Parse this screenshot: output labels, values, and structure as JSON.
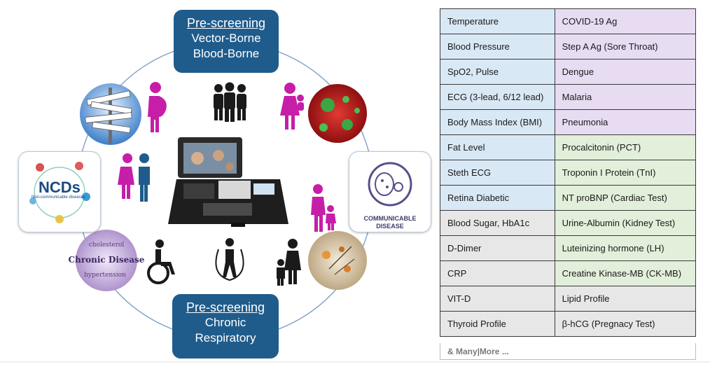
{
  "prescreen_top": {
    "heading": "Pre-screening",
    "line1": "Vector-Borne",
    "line2": "Blood-Borne"
  },
  "prescreen_bottom": {
    "heading": "Pre-screening",
    "line1": "Chronic",
    "line2": "Respiratory"
  },
  "ncd_card": {
    "title": "NCDs",
    "subtitle": "Non-communicable diseases"
  },
  "cd_card": {
    "line1": "COMMUNICABLE",
    "line2": "DISEASE"
  },
  "chronic_image": {
    "words": [
      "cholesterol",
      "Chronic Disease",
      "hypertension"
    ]
  },
  "colors": {
    "navy": "#1f5c8c",
    "magenta": "#c61ea8",
    "blue_cell": "#d9e8f5",
    "purple_cell": "#e8dcf3",
    "green_cell": "#e2efda",
    "gray_cell": "#e7e7e7"
  },
  "table": {
    "rows": [
      {
        "left": "Temperature",
        "right": "COVID-19 Ag"
      },
      {
        "left": "Blood Pressure",
        "right": "Step A Ag (Sore Throat)"
      },
      {
        "left": "SpO2, Pulse",
        "right": "Dengue"
      },
      {
        "left": "ECG (3-lead, 6/12 lead)",
        "right": "Malaria"
      },
      {
        "left": "Body Mass Index (BMI)",
        "right": "Pneumonia"
      },
      {
        "left": "Fat Level",
        "right": "Procalcitonin (PCT)"
      },
      {
        "left": "Steth ECG",
        "right": "Troponin I Protein (TnI)"
      },
      {
        "left": "Retina Diabetic",
        "right": "NT proBNP (Cardiac Test)"
      },
      {
        "left": "Blood Sugar, HbA1c",
        "right": "Urine-Albumin (Kidney Test)"
      },
      {
        "left": "D-Dimer",
        "right": "Luteinizing hormone (LH)"
      },
      {
        "left": "CRP",
        "right": "Creatine Kinase-MB (CK-MB)"
      },
      {
        "left": "VIT-D",
        "right": "Lipid Profile"
      },
      {
        "left": "Thyroid Profile",
        "right": "β-hCG (Pregnacy Test)"
      }
    ],
    "more_a": "& Many",
    "more_sep": "|",
    "more_b": "More ..."
  }
}
